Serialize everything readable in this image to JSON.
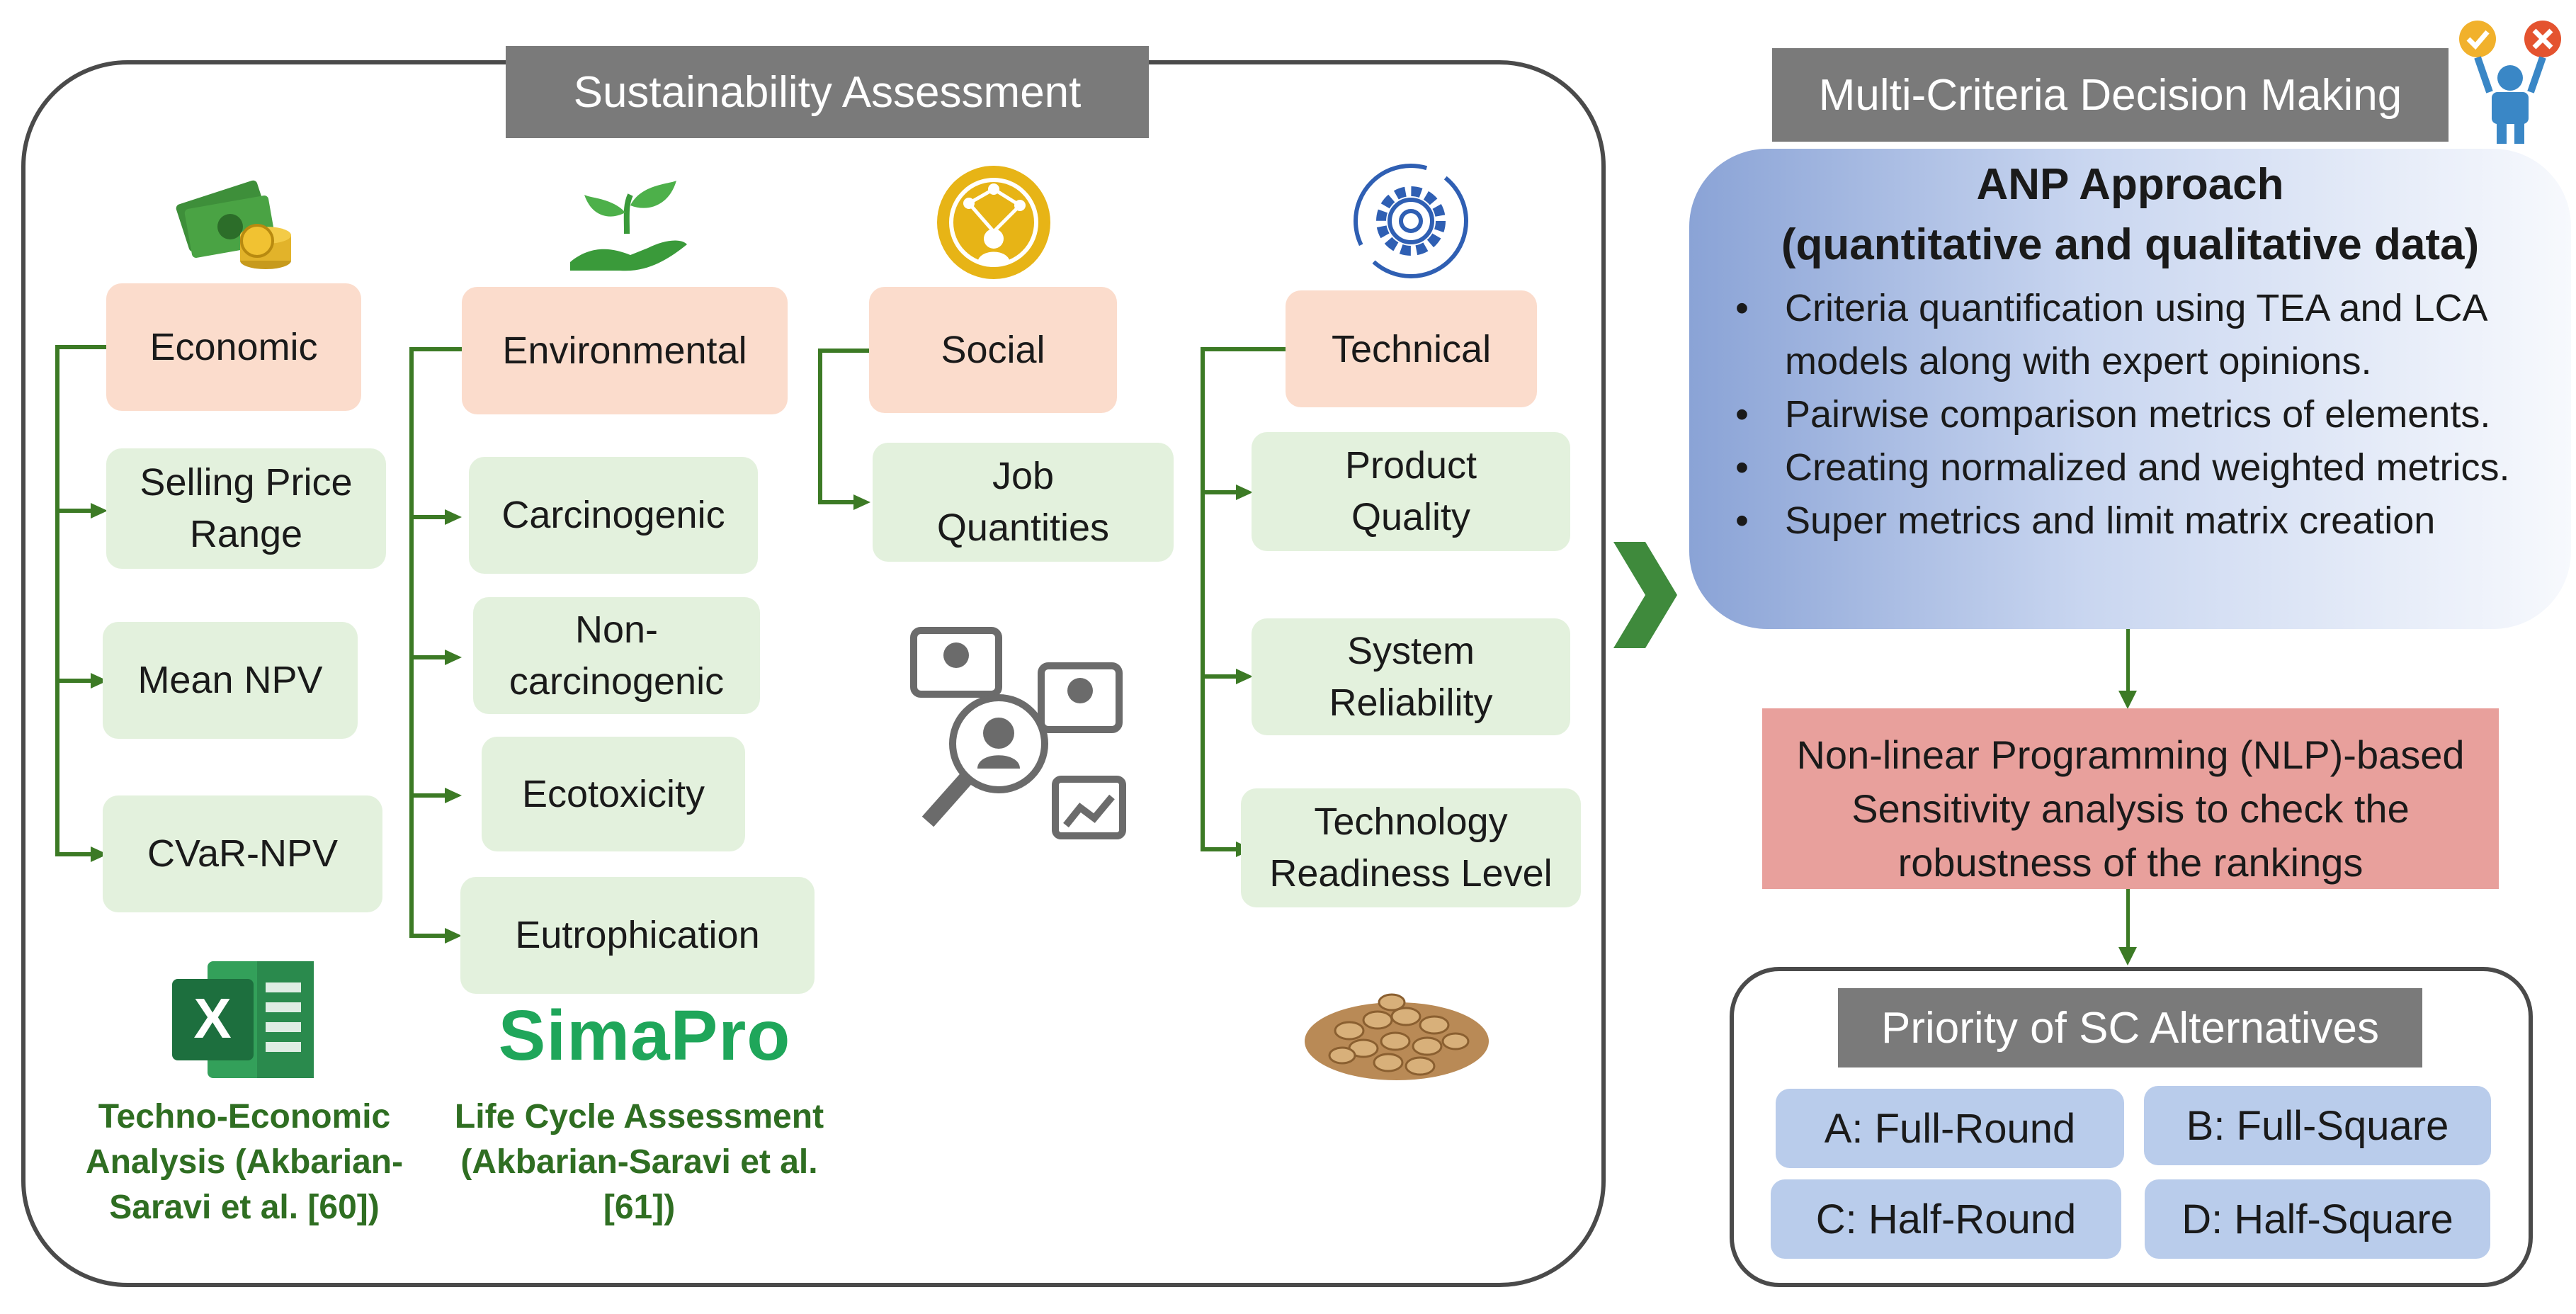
{
  "sustainability": {
    "title": "Sustainability Assessment",
    "economic": {
      "header": "Economic",
      "items": [
        "Selling Price\nRange",
        "Mean NPV",
        "CVaR-NPV"
      ]
    },
    "environmental": {
      "header": "Environmental",
      "items": [
        "Carcinogenic",
        "Non-\ncarcinogenic",
        "Ecotoxicity",
        "Eutrophication"
      ]
    },
    "social": {
      "header": "Social",
      "items": [
        "Job\nQuantities"
      ]
    },
    "technical": {
      "header": "Technical",
      "items": [
        "Product\nQuality",
        "System\nReliability",
        "Technology\nReadiness Level"
      ]
    },
    "tea_caption": "Techno-Economic\nAnalysis (Akbarian-\nSaravi et al. [60])",
    "simapro_logo": "SimaPro",
    "lca_caption": "Life Cycle Assessment\n(Akbarian-Saravi et al.\n[61])",
    "excel_letter": "X"
  },
  "mcdm": {
    "title": "Multi-Criteria Decision Making",
    "anp_title_line1": "ANP Approach",
    "anp_title_line2": "(quantitative and qualitative data)",
    "bullets": [
      "Criteria quantification using TEA and LCA models along with expert opinions.",
      "Pairwise comparison metrics of elements.",
      "Creating normalized and weighted metrics.",
      "Super metrics and limit matrix creation"
    ],
    "nlp_text": "Non-linear Programming (NLP)-based Sensitivity analysis to check the robustness of the rankings",
    "priority_title": "Priority of SC Alternatives",
    "alternatives": [
      "A: Full-Round",
      "B: Full-Square",
      "C: Half-Round",
      "D: Half-Square"
    ]
  },
  "colors": {
    "green_line": "#3c7a25",
    "peach_box": "#fbdccc",
    "green_box": "#e3f1dd",
    "nlp_box": "#e8a09c",
    "alt_box": "#b9cceb",
    "title_grey": "#7a7a7a"
  },
  "icons": [
    "money-icon",
    "plant-hand-icon",
    "social-network-icon",
    "gear-icon",
    "people-search-icon",
    "excel-icon",
    "pellets-icon",
    "decision-person-icon",
    "chevron-right-icon"
  ]
}
